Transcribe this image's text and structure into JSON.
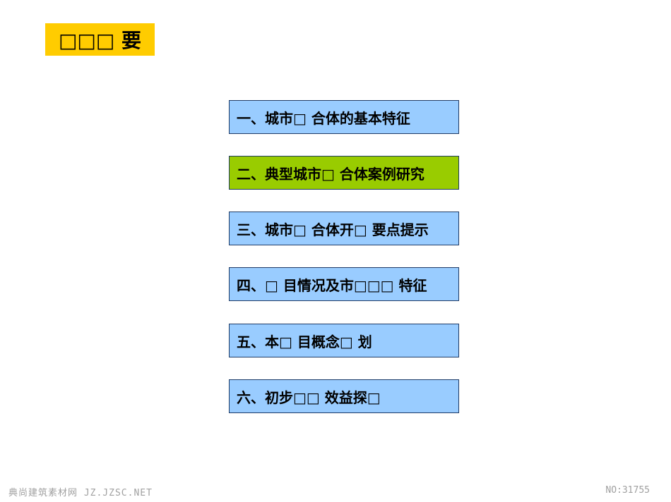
{
  "title": "□□□ 要",
  "colors": {
    "title_bg": "#ffcc00",
    "item_bg": "#99ccff",
    "item_active_bg": "#99cc00",
    "item_border": "#1f3b66"
  },
  "menu": {
    "items": [
      {
        "label": "一、城市□ 合体的基本特征",
        "active": false
      },
      {
        "label": "二、典型城市□ 合体案例研究",
        "active": true
      },
      {
        "label": "三、城市□ 合体开□ 要点提示",
        "active": false
      },
      {
        "label": "四、□ 目情况及市□□□ 特征",
        "active": false
      },
      {
        "label": "五、本□ 目概念□ 划",
        "active": false
      },
      {
        "label": "六、初步□□ 效益探□",
        "active": false
      }
    ]
  },
  "footer": {
    "watermark": "典尚建筑素材网 JZ.JZSC.NET",
    "number": "NO:31755"
  }
}
